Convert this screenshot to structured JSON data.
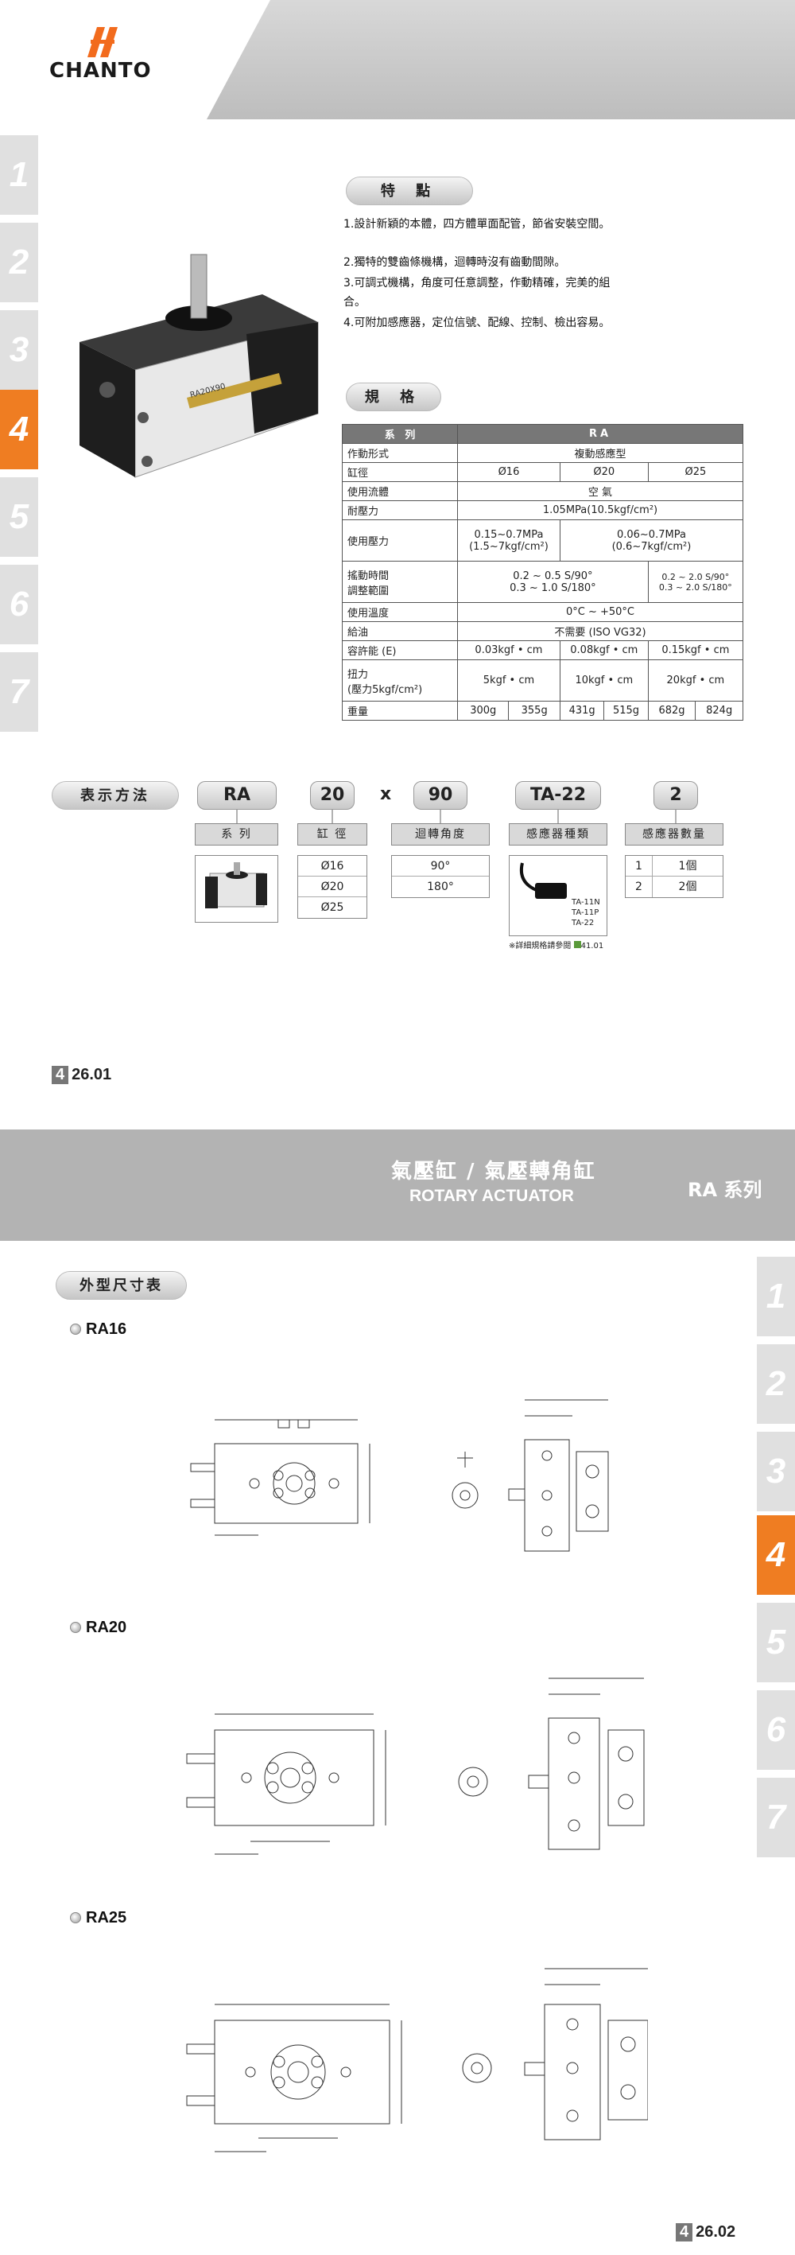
{
  "brand": {
    "name": "CHANTO"
  },
  "tabs1": [
    "1",
    "2",
    "3",
    "4",
    "5",
    "6",
    "7"
  ],
  "tabs2": [
    "1",
    "2",
    "3",
    "4",
    "5",
    "6",
    "7"
  ],
  "active_tab": "4",
  "features": {
    "title": "特 點",
    "items": [
      "1.設計新穎的本體，四方體單面配管，節省安裝空間。",
      "2.獨特的雙齒條機構，迴轉時沒有齒動間隙。",
      "3.可調式機構，角度可任意調整，作動精確，完美的組合。",
      "4.可附加感應器，定位信號、配線、控制、檢出容易。"
    ]
  },
  "spec": {
    "title": "規 格",
    "rows": {
      "series": [
        "系 列",
        "RA"
      ],
      "action": [
        "作動形式",
        "複動感應型"
      ],
      "bore": [
        "缸徑",
        "Ø16",
        "Ø20",
        "Ø25"
      ],
      "fluid": [
        "使用流體",
        "空 氣"
      ],
      "proof": [
        "耐壓力",
        "1.05MPa(10.5kgf/cm²)"
      ],
      "pressure": [
        "使用壓力",
        "0.15~0.7MPa",
        "(1.5~7kgf/cm²)",
        "0.06~0.7MPa",
        "(0.6~7kgf/cm²)"
      ],
      "swing_label": [
        "搖動時間",
        "調整範圍"
      ],
      "swing": [
        "0.2 ~ 0.5 S/90°",
        "0.3 ~ 1.0 S/180°",
        "0.2 ~ 2.0 S/90°",
        "0.3 ~ 2.0 S/180°"
      ],
      "temp": [
        "使用溫度",
        "0°C ~ +50°C"
      ],
      "lube": [
        "給油",
        "不需要 (ISO VG32)"
      ],
      "energy": [
        "容許能 (E)",
        "0.03kgf • cm",
        "0.08kgf • cm",
        "0.15kgf • cm"
      ],
      "torque_label": [
        "扭力",
        "(壓力5kgf/cm²)"
      ],
      "torque": [
        "5kgf • cm",
        "10kgf • cm",
        "20kgf • cm"
      ],
      "weight": [
        "重量",
        "300g",
        "355g",
        "431g",
        "515g",
        "682g",
        "824g"
      ]
    }
  },
  "ordering": {
    "title": "表示方法",
    "codes": [
      "RA",
      "20",
      "x",
      "90",
      "TA-22",
      "2"
    ],
    "labels": [
      "系 列",
      "缸 徑",
      "迴轉角度",
      "感應器種類",
      "感應器數量"
    ],
    "bores": [
      "Ø16",
      "Ø20",
      "Ø25"
    ],
    "angles": [
      "90°",
      "180°"
    ],
    "sensors": [
      "TA-11N",
      "TA-11P",
      "TA-22"
    ],
    "sensor_note": "※詳細規格請參閱",
    "sensor_note_page": "41.01",
    "counts": [
      [
        "1",
        "1個"
      ],
      [
        "2",
        "2個"
      ]
    ]
  },
  "page1": {
    "chapter": "4",
    "num": "26.01"
  },
  "page2": {
    "chapter": "4",
    "num": "26.02"
  },
  "band": {
    "title_cn": "氣壓缸 / 氣壓轉角缸",
    "title_en": "ROTARY ACTUATOR",
    "series": "RA 系列"
  },
  "dims": {
    "title": "外型尺寸表",
    "ra16": "RA16",
    "ra20": "RA20",
    "ra25": "RA25"
  },
  "product_label": "RA20X90"
}
